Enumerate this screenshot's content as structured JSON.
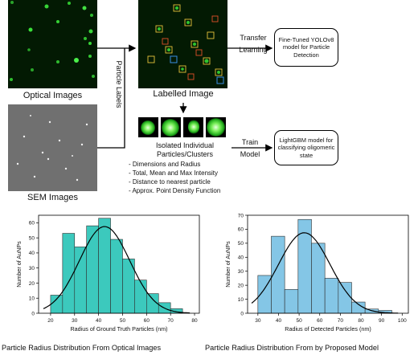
{
  "pipeline": {
    "optical_caption": "Optical Images",
    "sem_caption": "SEM Images",
    "particle_labels": "Particle Labels",
    "labelled_caption": "Labelled Image",
    "transfer_label": "Transfer Learning",
    "yolo_box": "Fine-Tuned YOLOv8 model for Particle Detection",
    "isolated_caption": "Isolated Individual Particles/Clusters",
    "features": [
      "- Dimensions and Radius",
      "- Total, Mean and Max Intensity",
      "- Distance to nearest particle",
      "- Approx. Point Density Function"
    ],
    "train_label": "Train Model",
    "lgbm_box": "LightGBM model for classifying oligomeric state"
  },
  "colors": {
    "hist_left": "#3cc9bd",
    "hist_right": "#84c6e6",
    "fit_curve": "#000000",
    "box_yellow": "#e6c23a",
    "box_blue": "#3a8fe6"
  },
  "chart_data": [
    {
      "type": "bar",
      "xlabel": "Radius of Ground Truth Particles (nm)",
      "ylabel": "Number of AuNPs",
      "xlim": [
        15,
        82
      ],
      "ylim": [
        0,
        65
      ],
      "x_ticks": [
        20,
        30,
        40,
        50,
        60,
        70,
        80
      ],
      "y_ticks": [
        0,
        10,
        20,
        30,
        40,
        50,
        60
      ],
      "bins": [
        [
          20,
          25
        ],
        [
          25,
          30
        ],
        [
          30,
          35
        ],
        [
          35,
          40
        ],
        [
          40,
          45
        ],
        [
          45,
          50
        ],
        [
          50,
          55
        ],
        [
          55,
          60
        ],
        [
          60,
          65
        ],
        [
          65,
          70
        ],
        [
          70,
          75
        ]
      ],
      "values": [
        12,
        53,
        44,
        58,
        63,
        49,
        36,
        22,
        13,
        7,
        3
      ],
      "fit": {
        "type": "gaussian",
        "mean": 42.5,
        "sd": 10.5,
        "peak": 57.5
      },
      "caption": "Particle Radius Distribution From Optical Images"
    },
    {
      "type": "bar",
      "xlabel": "Radius of Detected Particles (nm)",
      "ylabel": "Number of AuNPs",
      "xlim": [
        25,
        103
      ],
      "ylim": [
        0,
        70
      ],
      "x_ticks": [
        30,
        40,
        50,
        60,
        70,
        80,
        90,
        100
      ],
      "y_ticks": [
        0,
        10,
        20,
        30,
        40,
        50,
        60,
        70
      ],
      "bins": [
        [
          30,
          36.5
        ],
        [
          36.5,
          43
        ],
        [
          43,
          49.5
        ],
        [
          49.5,
          56
        ],
        [
          56,
          62.5
        ],
        [
          62.5,
          69
        ],
        [
          69,
          75.5
        ],
        [
          75.5,
          82
        ],
        [
          82,
          88.5
        ],
        [
          88.5,
          95
        ]
      ],
      "values": [
        27,
        55,
        17,
        67,
        50,
        25,
        22,
        8,
        3,
        2
      ],
      "fit": {
        "type": "gaussian",
        "mean": 52.5,
        "sd": 12.5,
        "peak": 57.5
      },
      "caption": "Particle Radius Distribution From by Proposed Model"
    }
  ]
}
